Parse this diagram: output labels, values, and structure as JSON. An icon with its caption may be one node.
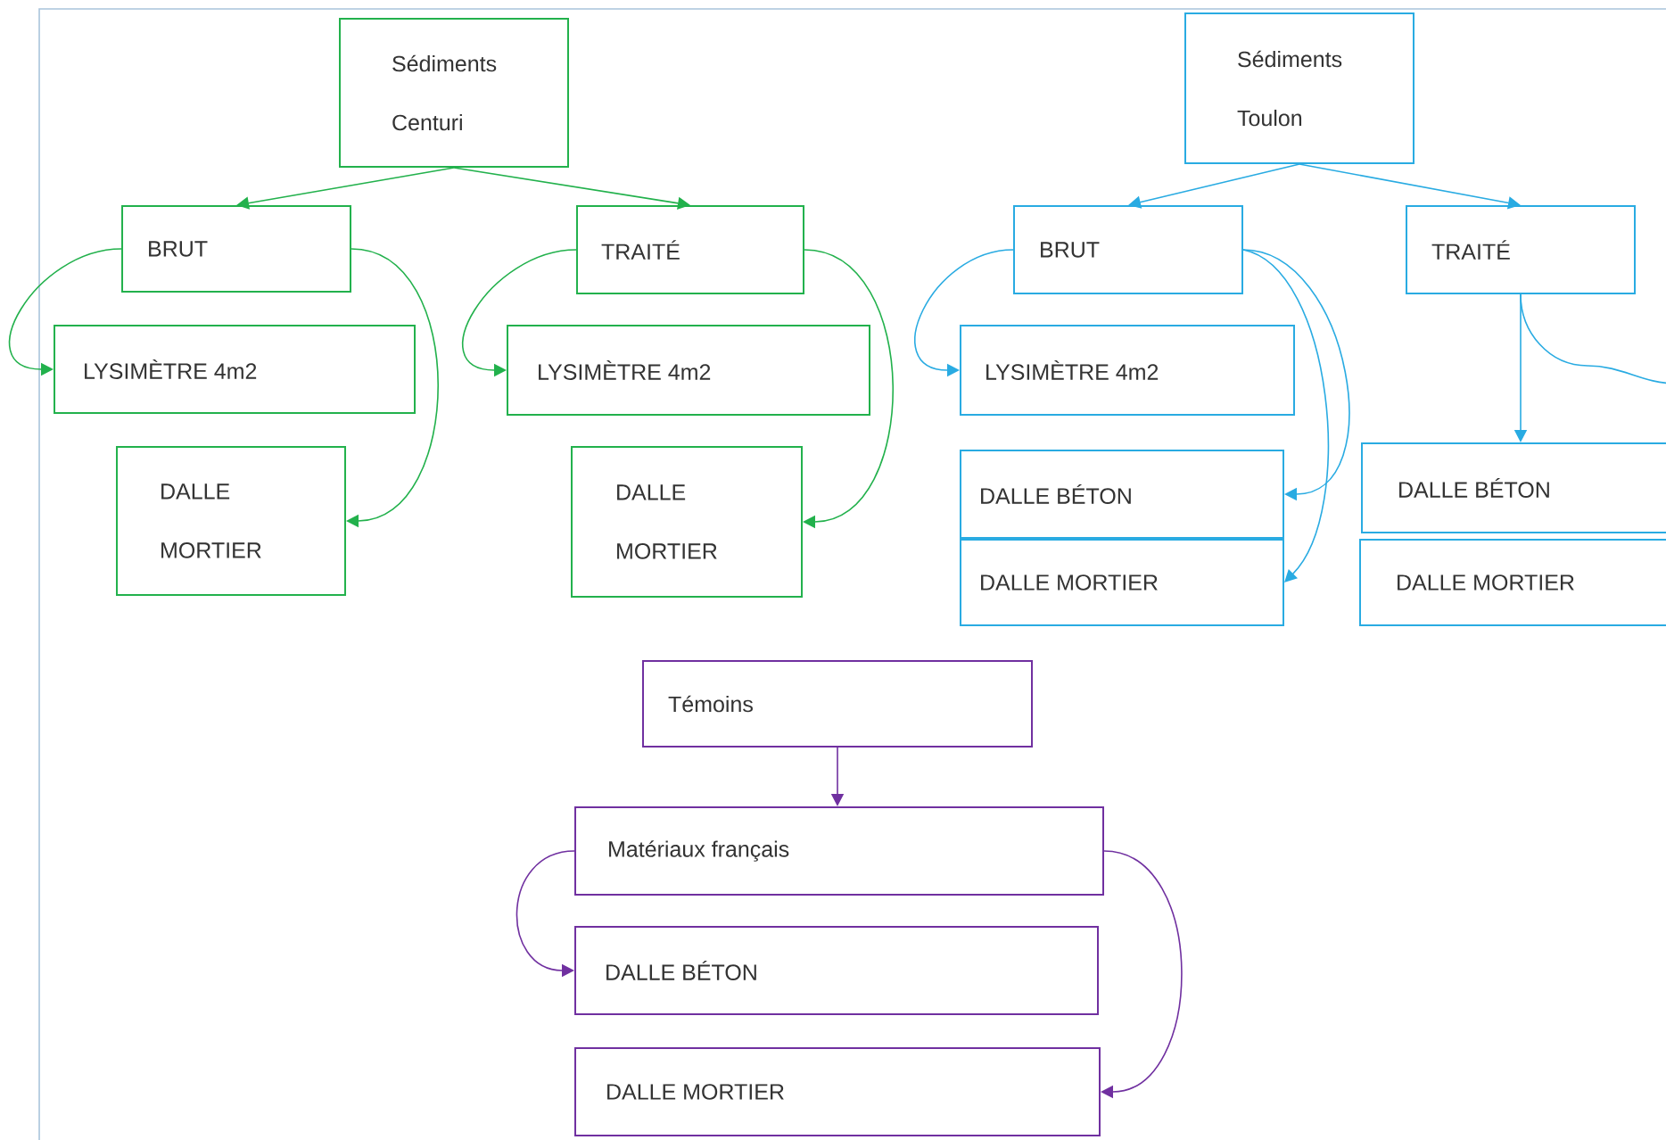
{
  "diagram": {
    "nodes": [
      {
        "text": [
          "Sédiments Centuri"
        ]
      },
      {
        "text": [
          "BRUT"
        ]
      },
      {
        "text": [
          "TRAITÉ"
        ]
      },
      {
        "text": [
          "LYSIMÈTRE 4m2"
        ]
      },
      {
        "text": [
          "DALLE MORTIER"
        ]
      },
      {
        "text": [
          "LYSIMÈTRE 4m2"
        ]
      },
      {
        "text": [
          "DALLE MORTIER"
        ]
      },
      {
        "text": [
          "Sédiments Toulon"
        ]
      },
      {
        "text": [
          "BRUT"
        ]
      },
      {
        "text": [
          "TRAITÉ"
        ]
      },
      {
        "text": [
          "LYSIMÈTRE 4m2"
        ]
      },
      {
        "text": [
          "DALLE BÉTON"
        ]
      },
      {
        "text": [
          "DALLE MORTIER"
        ]
      },
      {
        "text": [
          "DALLE BÉTON"
        ]
      },
      {
        "text": [
          "DALLE MORTIER"
        ]
      },
      {
        "text": [
          "Témoins"
        ]
      },
      {
        "text": [
          "Matériaux français"
        ]
      },
      {
        "text": [
          "DALLE BÉTON"
        ]
      },
      {
        "text": [
          "DALLE MORTIER"
        ]
      }
    ],
    "edges": [
      {
        "from": 0,
        "to": 1,
        "arrow": "to",
        "color": "#22b14c"
      },
      {
        "from": 0,
        "to": 2,
        "arrow": "to",
        "color": "#22b14c"
      },
      {
        "from": 1,
        "to": 3,
        "arrow": "to",
        "color": "#22b14c"
      },
      {
        "from": 1,
        "to": 4,
        "arrow": "to",
        "color": "#22b14c"
      },
      {
        "from": 2,
        "to": 5,
        "arrow": "to",
        "color": "#22b14c"
      },
      {
        "from": 2,
        "to": 6,
        "arrow": "to",
        "color": "#22b14c"
      },
      {
        "from": 7,
        "to": 8,
        "arrow": "to"
      },
      {
        "from": 7,
        "to": 9,
        "arrow": "to"
      },
      {
        "from": 8,
        "to": 10,
        "arrow": "to"
      },
      {
        "from": 8,
        "to": 11,
        "arrow": "to"
      },
      {
        "from": 8,
        "to": 12,
        "arrow": "to"
      },
      {
        "from": 9,
        "to": 13,
        "arrow": "to"
      },
      {
        "from": 9,
        "to": null,
        "arrow": "none"
      },
      {
        "from": 15,
        "to": 16,
        "arrow": "to",
        "color": "#7030a0"
      },
      {
        "from": 16,
        "to": 17,
        "arrow": "to",
        "color": "#7030a0"
      },
      {
        "from": 16,
        "to": 18,
        "arrow": "to",
        "color": "#7030a0"
      }
    ]
  }
}
